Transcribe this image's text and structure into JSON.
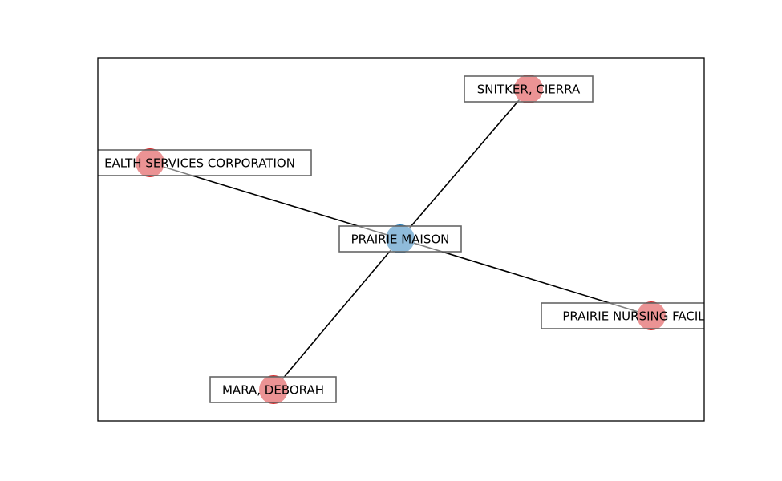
{
  "graph": {
    "center": {
      "id": "prairie-maison",
      "label": "PRAIRIE MAISON",
      "color": "#1f77b4",
      "label_fill": "#ffffff"
    },
    "nodes": [
      {
        "id": "snitker-cierra",
        "label": "SNITKER, CIERRA",
        "color": "#d62728"
      },
      {
        "id": "health-services-corporation",
        "label": "EALTH SERVICES CORPORATION",
        "color": "#d62728"
      },
      {
        "id": "prairie-nursing-facil",
        "label": "PRAIRIE NURSING FACIL",
        "color": "#d62728"
      },
      {
        "id": "mara-deborah",
        "label": "MARA, DEBORAH",
        "color": "#d62728"
      }
    ],
    "edges": [
      {
        "from": "prairie-maison",
        "to": "snitker-cierra"
      },
      {
        "from": "prairie-maison",
        "to": "health-services-corporation"
      },
      {
        "from": "prairie-maison",
        "to": "prairie-nursing-facil"
      },
      {
        "from": "prairie-maison",
        "to": "mara-deborah"
      }
    ],
    "edge_color": "#000000",
    "frame_color": "#000000",
    "label_border_color": "#666666"
  }
}
